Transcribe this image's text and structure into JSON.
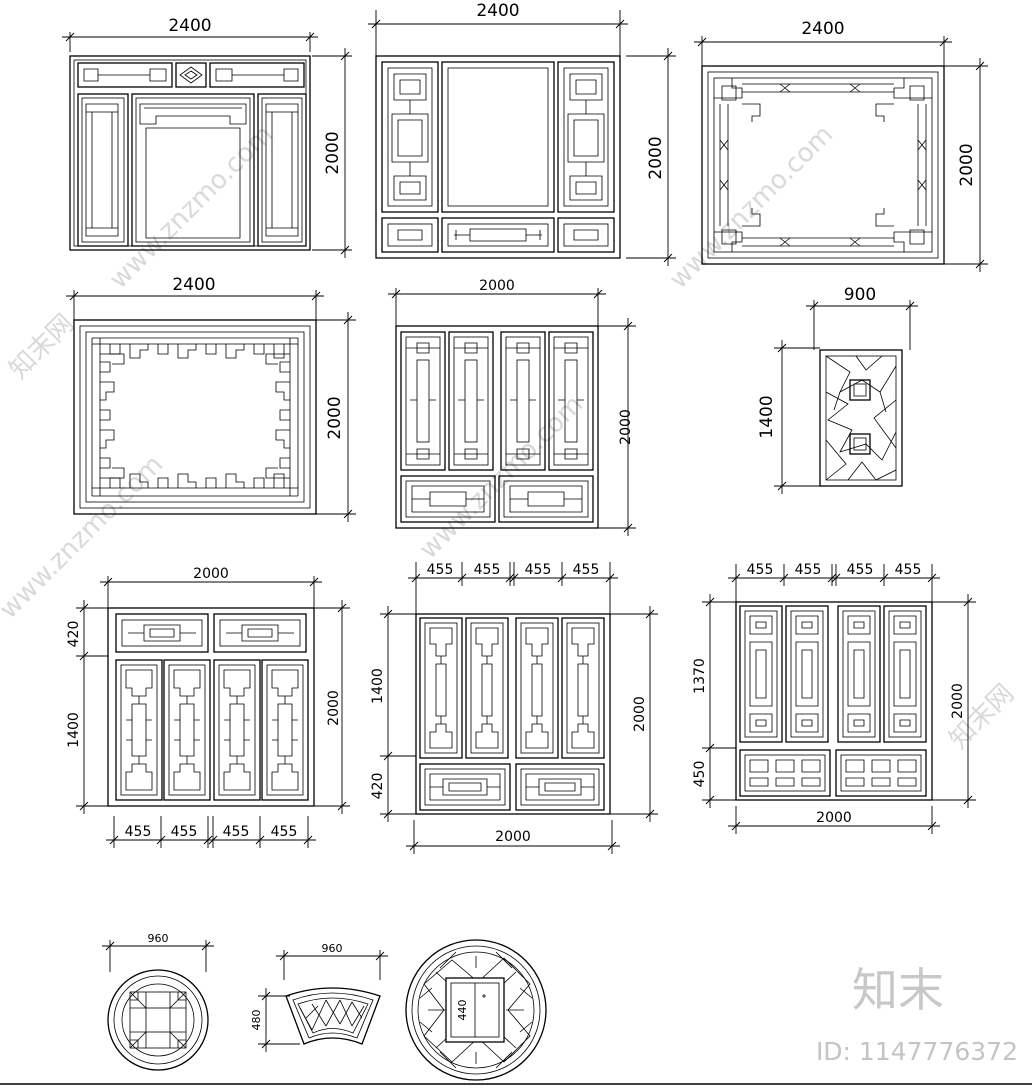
{
  "drawings": {
    "p1": {
      "width": "2400",
      "height": "2000"
    },
    "p2": {
      "width": "2400",
      "height": "2000"
    },
    "p3": {
      "width": "2400",
      "height": "2000"
    },
    "p4": {
      "width": "2400",
      "height": "2000"
    },
    "p5": {
      "width": "2000",
      "height": "2000"
    },
    "p6": {
      "width": "900",
      "height": "1400"
    },
    "p7": {
      "width": "2000",
      "height": "2000",
      "top_h": "420",
      "mid_h": "1400",
      "panels": [
        "455",
        "455",
        "455",
        "455"
      ]
    },
    "p8": {
      "width": "2000",
      "height": "2000",
      "top_h": "1400",
      "bot_h": "420",
      "panels": [
        "455",
        "455",
        "455",
        "455"
      ]
    },
    "p9": {
      "width": "2000",
      "height": "2000",
      "top_h": "1370",
      "bot_h": "450",
      "panels": [
        "455",
        "455",
        "455",
        "455"
      ]
    },
    "c1": {
      "width": "960"
    },
    "c2": {
      "width": "960",
      "height": "480"
    },
    "c3": {
      "label": "440"
    }
  },
  "watermark": {
    "site": "www.znzmo.com",
    "brand": "知末网"
  },
  "logo": {
    "text": "知末",
    "id_label": "ID: 1147776372"
  }
}
